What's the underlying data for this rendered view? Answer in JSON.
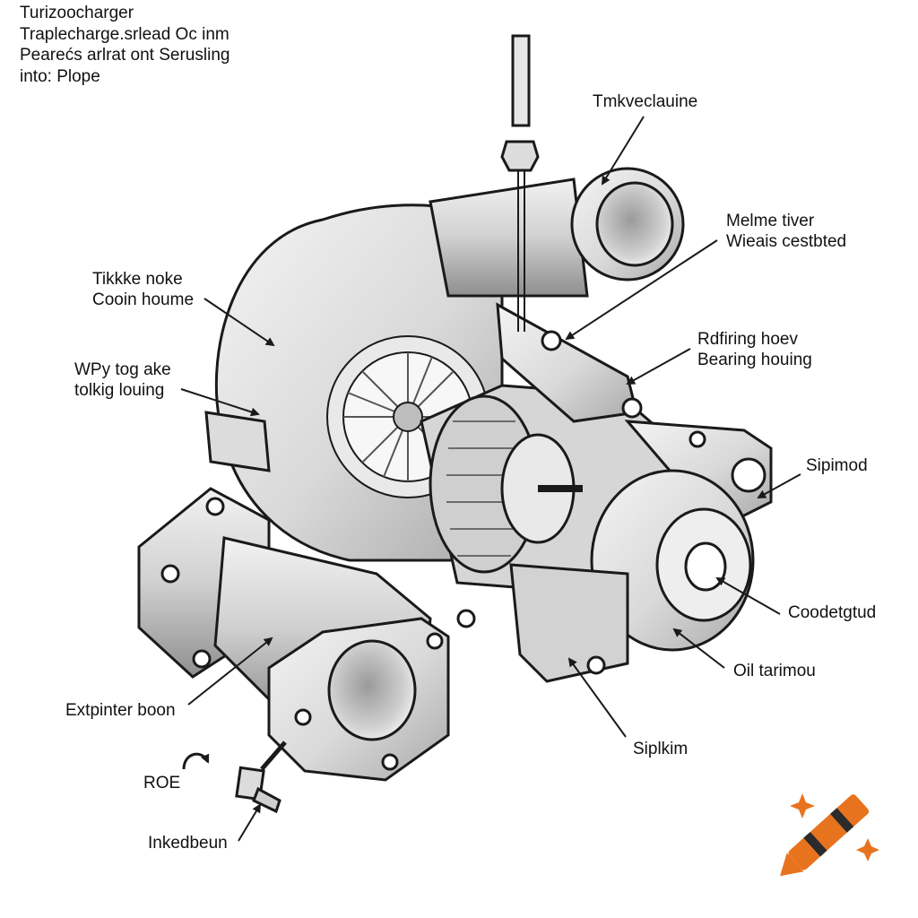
{
  "title_lines": [
    "Turizoocharger",
    "Traplecharge.srlead Oc inm",
    "Pearećs arlrat ont Serusling",
    "into: Plope"
  ],
  "labels": {
    "top_right": "Tmkveclauine",
    "right_1_l1": "Melme tiver",
    "right_1_l2": "Wieais cestbted",
    "left_1_l1": "Tikkke noke",
    "left_1_l2": "Cooin houme",
    "left_2_l1": "WPy tog ake",
    "left_2_l2": "tolkig louing",
    "right_2_l1": "Rdfiring hoev",
    "right_2_l2": "Bearing houing",
    "right_3": "Sipimod",
    "right_4": "Coodetgtud",
    "right_5": "Oil tarimou",
    "bottom_left": "Extpinter boon",
    "bottom_center": "Siplkim",
    "roe": "ROE",
    "inlet": "Inkedbeun"
  },
  "colors": {
    "line": "#1a1a1a",
    "metal": "#e6e6e6",
    "shade": "#bdbdbd",
    "dark": "#5a5a5a",
    "crayon": "#e8731f",
    "crayon_dark": "#2b2b2b"
  },
  "icons": [
    "turbocharger-illustration",
    "crayon-logo-icon",
    "sparkle-icon",
    "curved-arrow-icon"
  ]
}
